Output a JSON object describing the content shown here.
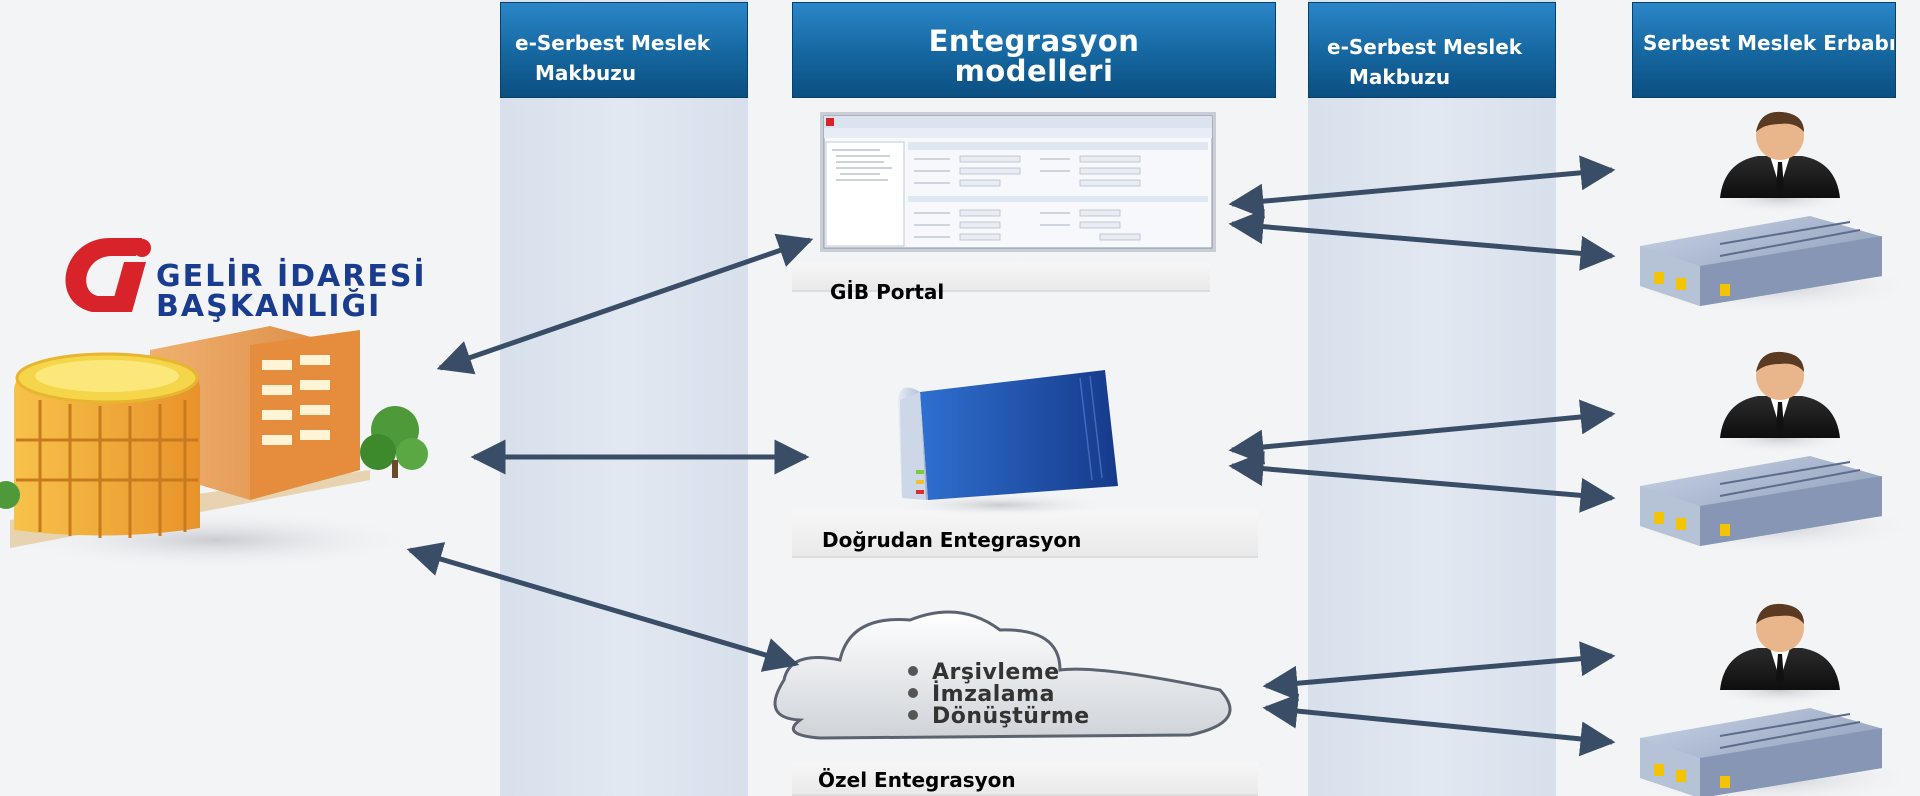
{
  "columns": {
    "col1_header": [
      "e-Serbest Meslek",
      "Makbuzu"
    ],
    "col2_header": [
      "Entegrasyon",
      "modelleri"
    ],
    "col3_header": [
      "e-Serbest Meslek",
      "Makbuzu"
    ],
    "col4_header": [
      "Serbest Meslek Erbabı"
    ]
  },
  "logo": {
    "line1": "GELİR İDARESİ",
    "line2": "BAŞKANLIĞI"
  },
  "nodes": {
    "portal": "GİB Portal",
    "direct": "Doğrudan Entegrasyon",
    "private": "Özel Entegrasyon"
  },
  "cloud_items": [
    "Arşivleme",
    "İmzalama",
    "Dönüştürme"
  ],
  "icons": [
    "gib-logo-icon",
    "government-building-icon",
    "portal-screenshot-icon",
    "server-icon",
    "cloud-icon",
    "businessman-icon",
    "factory-icon"
  ],
  "colors": {
    "header_blue": "#15669f",
    "arrow": "#3a4d66",
    "logo_red": "#d8232a",
    "logo_blue": "#1a3c8f"
  }
}
